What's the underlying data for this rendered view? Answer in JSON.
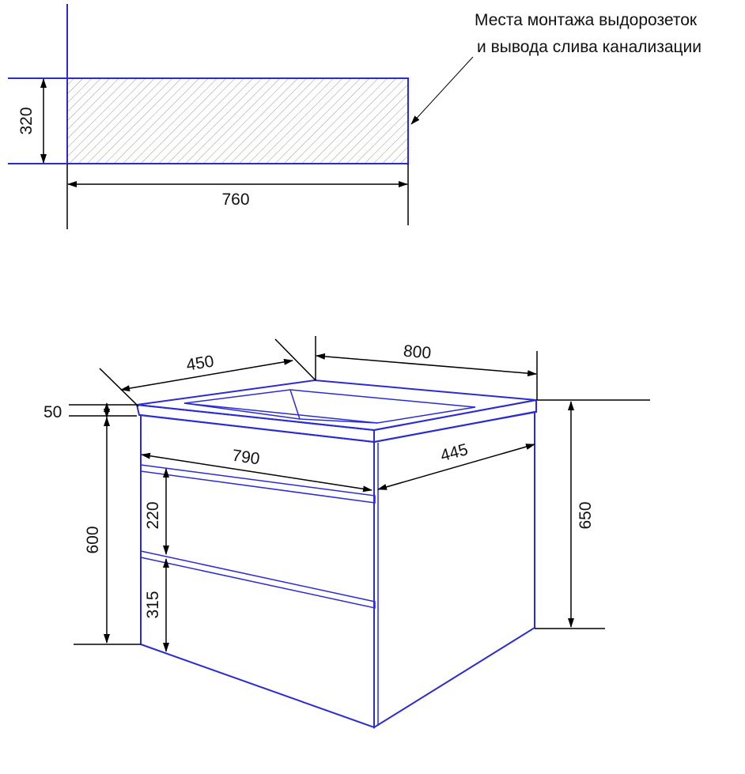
{
  "colors": {
    "outline": "#2b2bd6",
    "dimension": "#000000",
    "hatch": "#9a9a9a"
  },
  "note": {
    "line1": "Места монтажа выдорозеток",
    "line2": "и вывода слива канализации"
  },
  "plan_dims": {
    "height": "320",
    "width": "760"
  },
  "cabinet_dims": {
    "top_depth": "450",
    "top_width": "800",
    "top_thickness": "50",
    "body_width": "790",
    "body_depth": "445",
    "body_height": "600",
    "total_height": "650",
    "upper_drawer": "220",
    "lower_drawer": "315"
  }
}
